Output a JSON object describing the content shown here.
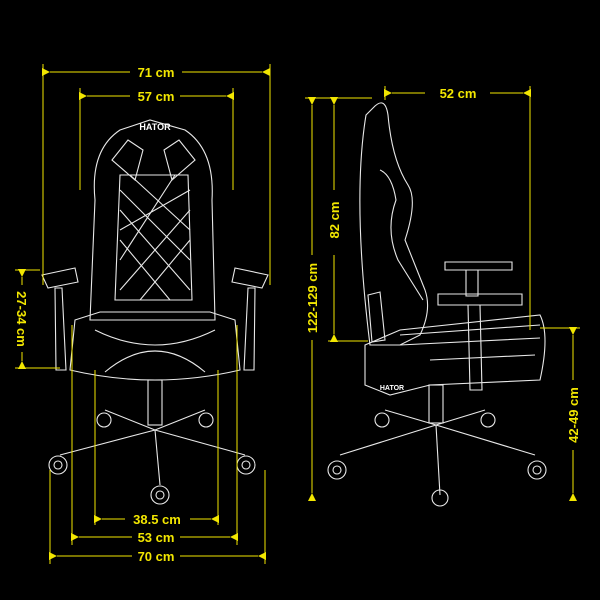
{
  "brand": "HATOR",
  "colors": {
    "dimension": "#f2e600",
    "outline": "#e8e8e8",
    "background": "#000000"
  },
  "front_view": {
    "overall_width": "71 cm",
    "backrest_width": "57 cm",
    "armrest_height_adjust": "27-34 cm",
    "seat_width": "38.5 cm",
    "seat_depth_base": "53 cm",
    "base_width": "70 cm"
  },
  "side_view": {
    "depth": "52 cm",
    "total_height": "122-129 cm",
    "backrest_height": "82 cm",
    "seat_height": "42-49 cm"
  }
}
